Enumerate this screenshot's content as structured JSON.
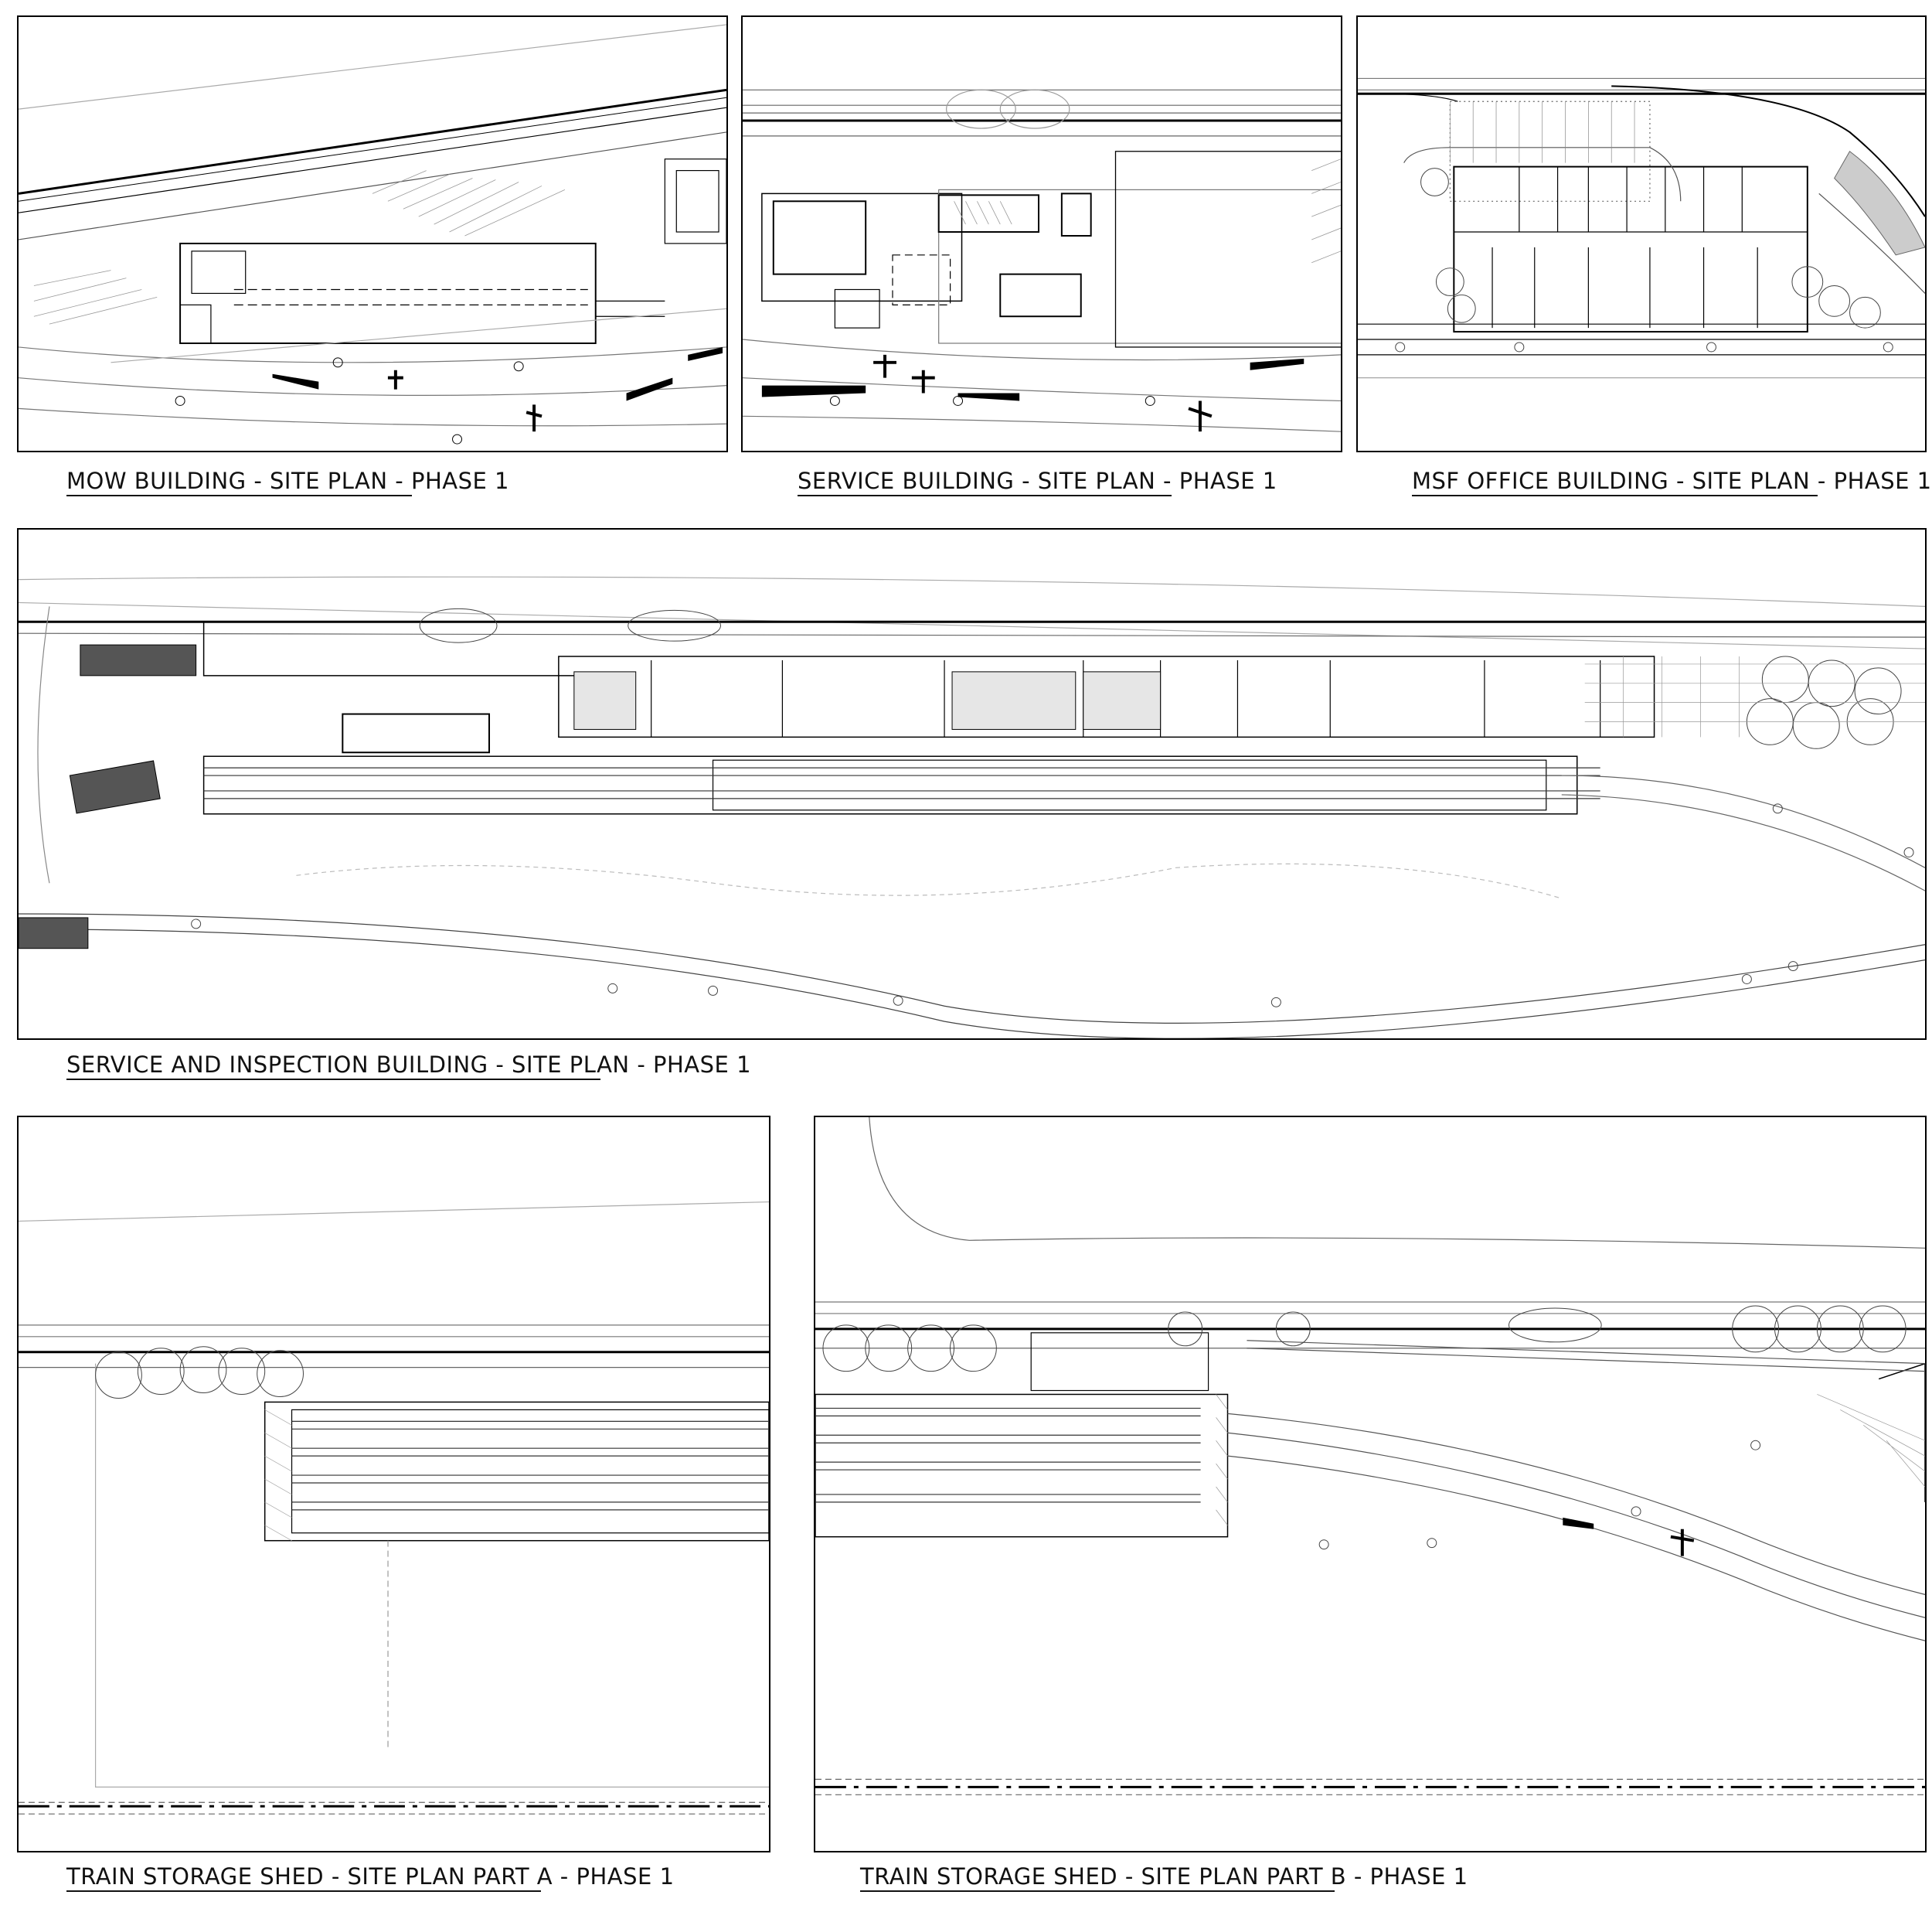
{
  "sheet": {
    "panels": [
      {
        "id": "mow",
        "caption": "MOW BUILDING - SITE PLAN - PHASE 1"
      },
      {
        "id": "service",
        "caption": "SERVICE BUILDING - SITE PLAN - PHASE 1"
      },
      {
        "id": "msf-office",
        "caption": "MSF OFFICE BUILDING - SITE PLAN - PHASE 1"
      },
      {
        "id": "service-inspection",
        "caption": "SERVICE AND INSPECTION BUILDING - SITE PLAN - PHASE 1"
      },
      {
        "id": "storage-a",
        "caption": "TRAIN STORAGE SHED - SITE PLAN PART A - PHASE 1"
      },
      {
        "id": "storage-b",
        "caption": "TRAIN STORAGE SHED - SITE PLAN PART B - PHASE 1"
      }
    ]
  },
  "colors": {
    "line": "#000000",
    "fill_light": "#e6e6e6",
    "guide": "#9a9a9a"
  }
}
